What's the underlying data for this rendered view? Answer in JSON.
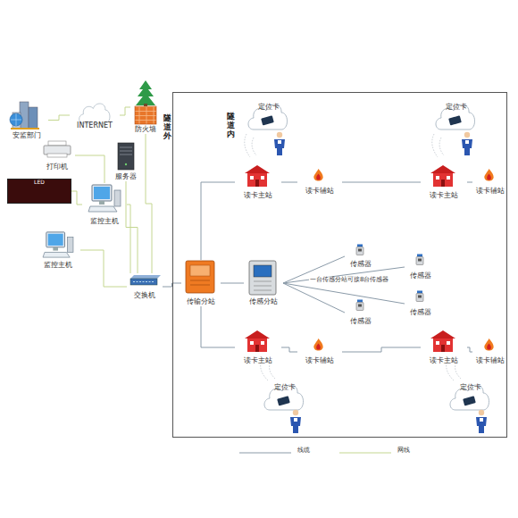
{
  "diagram": {
    "nodes": [
      {
        "text": [
          "安监部门"
        ]
      },
      {
        "text": [
          "INTERNET"
        ]
      },
      {
        "text": [
          "防火墙"
        ]
      },
      {
        "text": [
          "打印机"
        ]
      },
      {
        "text": [
          "服务器"
        ]
      },
      {
        "text": [
          "LED"
        ]
      },
      {
        "text": [
          "监控主机"
        ]
      },
      {
        "text": [
          "监控主机"
        ]
      },
      {
        "text": [
          "交换机"
        ]
      },
      {
        "text": [
          "隧道内"
        ]
      },
      {
        "text": [
          "定位卡"
        ],
        "in": 9
      },
      {
        "text": [
          "定位卡"
        ],
        "in": 9
      },
      {
        "text": [
          "读卡主站"
        ],
        "in": 9
      },
      {
        "text": [
          "读卡辅站"
        ],
        "in": 9
      },
      {
        "text": [
          "读卡主站"
        ],
        "in": 9
      },
      {
        "text": [
          "读卡辅站"
        ],
        "in": 9
      },
      {
        "text": [
          "传输分站"
        ],
        "in": 9
      },
      {
        "text": [
          "传感分站"
        ],
        "in": 9
      },
      {
        "text": [
          "传感器"
        ],
        "in": 9
      },
      {
        "text": [
          "传感器"
        ],
        "in": 9
      },
      {
        "text": [
          "传感器"
        ],
        "in": 9
      },
      {
        "text": [
          "传感器"
        ],
        "in": 9
      },
      {
        "text": [
          "读卡主站"
        ],
        "in": 9
      },
      {
        "text": [
          "读卡辅站"
        ],
        "in": 9
      },
      {
        "text": [
          "读卡主站"
        ],
        "in": 9
      },
      {
        "text": [
          "读卡辅站"
        ],
        "in": 9
      },
      {
        "text": [
          "定位卡"
        ],
        "in": 9
      },
      {
        "text": [
          "定位卡"
        ],
        "in": 9
      }
    ],
    "edges": [
      {
        "from": 0,
        "to": 1,
        "arrow": "none"
      },
      {
        "from": 1,
        "to": 2,
        "arrow": "none"
      },
      {
        "from": 2,
        "to": 8,
        "arrow": "none"
      },
      {
        "from": 4,
        "to": 8,
        "arrow": "none"
      },
      {
        "from": 3,
        "to": 6,
        "arrow": "none"
      },
      {
        "from": 5,
        "to": 6,
        "arrow": "none"
      },
      {
        "from": 6,
        "to": 8,
        "arrow": "none"
      },
      {
        "from": 7,
        "to": 8,
        "arrow": "none"
      },
      {
        "from": 8,
        "to": 16,
        "arrow": "none"
      },
      {
        "from": 16,
        "to": 17,
        "arrow": "none"
      },
      {
        "from": 17,
        "to": 18,
        "arrow": "none"
      },
      {
        "from": 17,
        "to": 19,
        "arrow": "none"
      },
      {
        "from": 17,
        "to": 20,
        "arrow": "none"
      },
      {
        "from": 17,
        "to": 21,
        "arrow": "none"
      },
      {
        "from": 16,
        "to": 12,
        "arrow": "none"
      },
      {
        "from": 12,
        "to": 13,
        "arrow": "none"
      },
      {
        "from": 13,
        "to": 14,
        "arrow": "none"
      },
      {
        "from": 14,
        "to": 15,
        "arrow": "none"
      },
      {
        "from": 16,
        "to": 22,
        "arrow": "none"
      },
      {
        "from": 22,
        "to": 23,
        "arrow": "none"
      },
      {
        "from": 23,
        "to": 24,
        "arrow": "none"
      },
      {
        "from": 24,
        "to": 25,
        "arrow": "none"
      }
    ],
    "labels": [
      "隧道外",
      "一台传感分站可接8台传感器"
    ],
    "legend": [
      {
        "text": "线缆"
      },
      {
        "text": "网线"
      }
    ]
  }
}
